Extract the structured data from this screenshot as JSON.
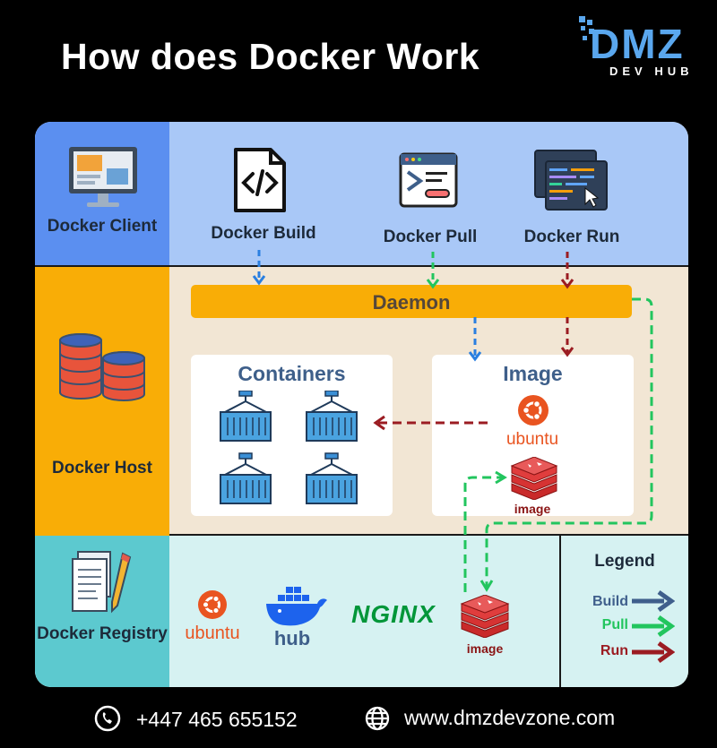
{
  "title": "How does Docker Work",
  "logo": {
    "main": "DMZ",
    "sub": "DEV HUB"
  },
  "client": {
    "label": "Docker Client",
    "commands": [
      "Docker Build",
      "Docker Pull",
      "Docker Run"
    ]
  },
  "host": {
    "label": "Docker Host",
    "daemon": "Daemon",
    "containers_title": "Containers",
    "image_title": "Image",
    "image_items": [
      "ubuntu",
      "image"
    ]
  },
  "registry": {
    "label": "Docker Registry",
    "items": [
      "ubuntu",
      "hub",
      "NGINX",
      "image"
    ]
  },
  "legend": {
    "title": "Legend",
    "items": [
      {
        "label": "Build",
        "color": "#3f5f8c"
      },
      {
        "label": "Pull",
        "color": "#22c55e"
      },
      {
        "label": "Run",
        "color": "#9b1c22"
      }
    ]
  },
  "footer": {
    "phone": "+447 465 655152",
    "website": "www.dmzdevzone.com"
  },
  "colors": {
    "client_bg": "#a9c8f7",
    "client_label_bg": "#5b8ff0",
    "host_label_bg": "#f9ad06",
    "host_bg": "#f2e6d4",
    "registry_bg": "#d6f2f2",
    "registry_label_bg": "#5cc9cf",
    "daemon": "#f9ad06",
    "build": "#2a7fe0",
    "pull": "#22c55e",
    "run": "#9b1c22"
  }
}
